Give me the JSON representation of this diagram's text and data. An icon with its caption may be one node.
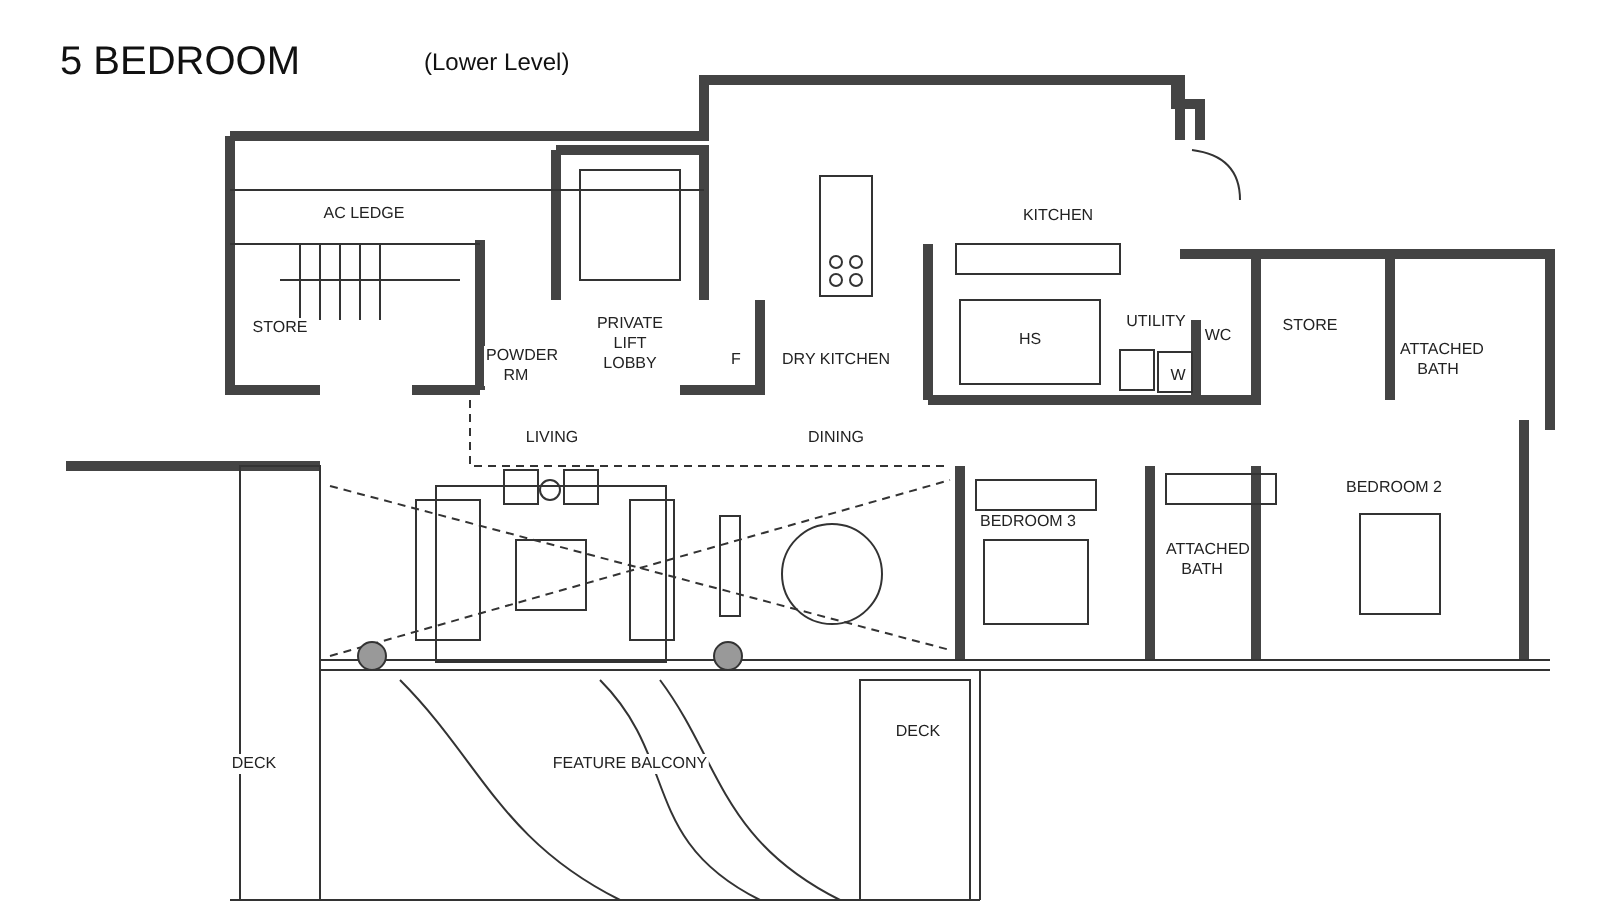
{
  "diagram": {
    "title": "5 BEDROOM",
    "labels": [
      "(Lower Level)",
      "AC LEDGE",
      "STORE",
      "POWDER RM",
      "PRIVATE LIFT LOBBY",
      "F",
      "DRY KITCHEN",
      "KITCHEN",
      "HS",
      "UTILITY",
      "WC",
      "W",
      "STORE",
      "ATTACHED BATH",
      "LIVING",
      "DINING",
      "BEDROOM 3",
      "ATTACHED BATH",
      "BEDROOM 2",
      "DECK",
      "FEATURE BALCONY",
      "DECK"
    ]
  }
}
